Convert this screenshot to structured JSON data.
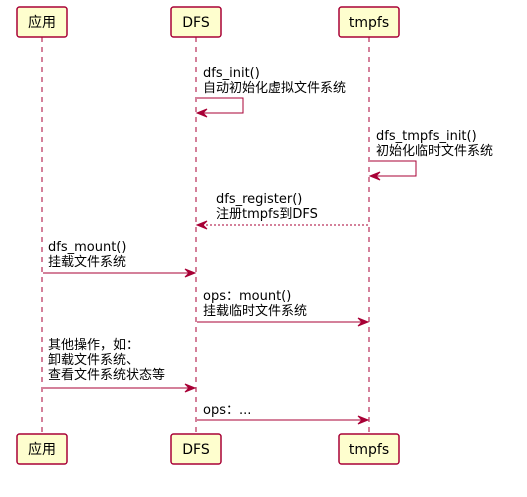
{
  "colors": {
    "box_fill": "#FEFECE",
    "line": "#A80036",
    "background": "#FFFFFF"
  },
  "participants": [
    {
      "id": "app",
      "label": "应用"
    },
    {
      "id": "dfs",
      "label": "DFS"
    },
    {
      "id": "tmpfs",
      "label": "tmpfs"
    }
  ],
  "messages": [
    {
      "from": "dfs",
      "to": "dfs",
      "kind": "self",
      "lines": [
        "dfs_init()",
        "自动初始化虚拟文件系统"
      ]
    },
    {
      "from": "tmpfs",
      "to": "tmpfs",
      "kind": "self",
      "lines": [
        "dfs_tmpfs_init()",
        "初始化临时文件系统"
      ]
    },
    {
      "from": "tmpfs",
      "to": "dfs",
      "kind": "return",
      "lines": [
        "dfs_register()",
        "注册tmpfs到DFS"
      ]
    },
    {
      "from": "app",
      "to": "dfs",
      "kind": "sync",
      "lines": [
        "dfs_mount()",
        "挂载文件系统"
      ]
    },
    {
      "from": "dfs",
      "to": "tmpfs",
      "kind": "sync",
      "lines": [
        "ops：mount()",
        "挂载临时文件系统"
      ]
    },
    {
      "from": "app",
      "to": "dfs",
      "kind": "sync",
      "lines": [
        "其他操作，如：",
        "卸载文件系统、",
        "查看文件系统状态等"
      ]
    },
    {
      "from": "dfs",
      "to": "tmpfs",
      "kind": "sync",
      "lines": [
        "ops：..."
      ]
    }
  ]
}
